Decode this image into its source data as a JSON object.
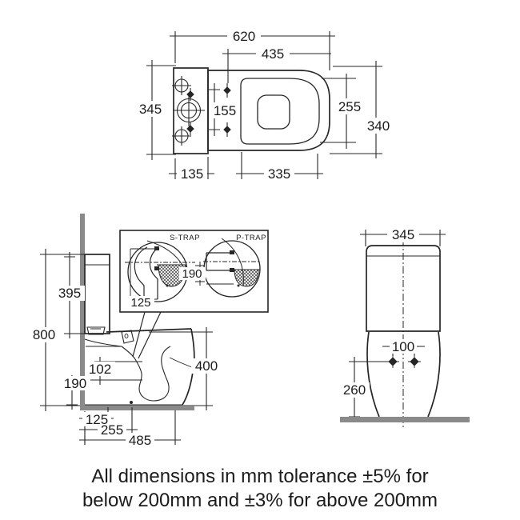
{
  "meta": {
    "drawing_title": "close-coupled toilet technical dimension drawing",
    "line_color": "#262626",
    "wall_color": "#8a8a8a",
    "background": "#ffffff"
  },
  "top_view": {
    "dims": {
      "overall_depth": "620",
      "seat_length": "435",
      "overall_width": "345",
      "hinge_spacing": "155",
      "bowl_inner_width": "255",
      "seat_width": "340",
      "tank_front_offset": "135",
      "bowl_inner_length": "335"
    }
  },
  "side_view": {
    "dims": {
      "cistern_height": "395",
      "total_height": "800",
      "inlet_height": "102",
      "outlet_height": "190",
      "outlet_setback": "125",
      "drain_setback": "255",
      "overall_depth": "485",
      "rim_height": "400"
    }
  },
  "trap_inset": {
    "s_trap_label": "S-TRAP",
    "p_trap_label": "P-TRAP",
    "dims": {
      "trap_height": "190",
      "trap_setback": "125"
    }
  },
  "front_view": {
    "dims": {
      "cistern_width": "345",
      "fixing_hole_spacing": "100",
      "fixing_hole_height": "260"
    }
  },
  "caption": {
    "line1": "All dimensions in mm tolerance ±5% for",
    "line2": "below 200mm and ±3% for above 200mm"
  }
}
